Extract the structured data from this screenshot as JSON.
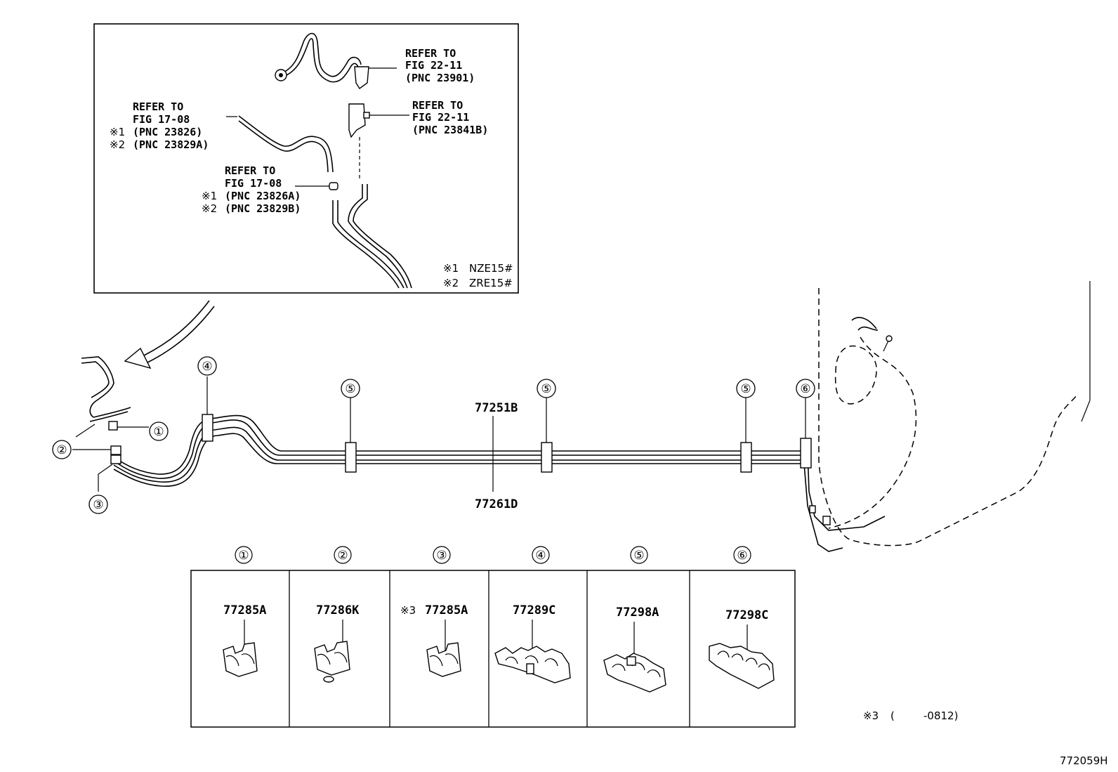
{
  "inset": {
    "refs": [
      {
        "lines": [
          "REFER TO",
          "FIG 22-11",
          "(PNC 23901)"
        ]
      },
      {
        "lines": [
          "REFER TO",
          "FIG 22-11",
          "(PNC 23841B)"
        ]
      },
      {
        "lines": [
          "REFER TO",
          "FIG 17-08"
        ],
        "m1": "※1",
        "p1": "(PNC 23826)",
        "m2": "※2",
        "p2": "(PNC 23829A)"
      },
      {
        "lines": [
          "REFER TO",
          "FIG 17-08"
        ],
        "m1": "※1",
        "p1": "(PNC 23826A)",
        "m2": "※2",
        "p2": "(PNC 23829B)"
      }
    ],
    "legend": [
      {
        "mark": "※1",
        "text": "NZE15#"
      },
      {
        "mark": "※2",
        "text": "ZRE15#"
      }
    ]
  },
  "callouts": {
    "c1": "①",
    "c2": "②",
    "c3": "③",
    "c4": "④",
    "c5": "⑤",
    "c6": "⑥"
  },
  "main_parts": {
    "upper": "77251B",
    "lower": "77261D"
  },
  "table": {
    "columns": [
      {
        "num": "①",
        "mark": "",
        "part": "77285A"
      },
      {
        "num": "②",
        "mark": "",
        "part": "77286K"
      },
      {
        "num": "③",
        "mark": "※3",
        "part": "77285A"
      },
      {
        "num": "④",
        "mark": "",
        "part": "77289C"
      },
      {
        "num": "⑤",
        "mark": "",
        "part": "77298A"
      },
      {
        "num": "⑥",
        "mark": "",
        "part": "77298C"
      }
    ]
  },
  "footnote": {
    "mark": "※3",
    "open": "(",
    "range": "-0812)"
  },
  "figure_id": "772059H"
}
